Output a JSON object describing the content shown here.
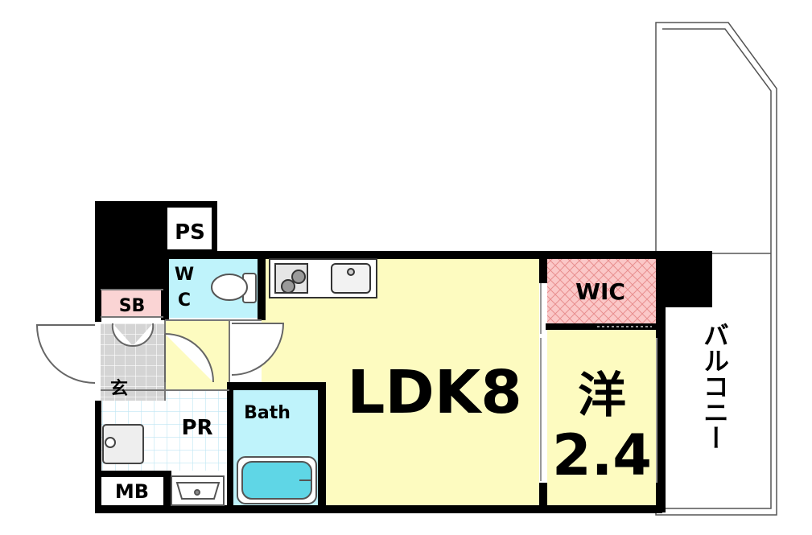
{
  "rooms": {
    "ps": "PS",
    "wc_w": "W",
    "wc_c": "C",
    "sb": "SB",
    "genkan": "玄",
    "pr": "PR",
    "bath": "Bath",
    "mb": "MB",
    "ldk": "LDK8",
    "wic": "WIC",
    "yo": "洋",
    "yo_size": "2.4",
    "balcony": "バルコニー"
  },
  "colors": {
    "wall": "#000000",
    "ldk": "#fdfbc0",
    "wet": "#bff3fb",
    "wic": "#fbc8c8",
    "sb": "#fad4d4",
    "genkan": "#d6d6d6"
  }
}
